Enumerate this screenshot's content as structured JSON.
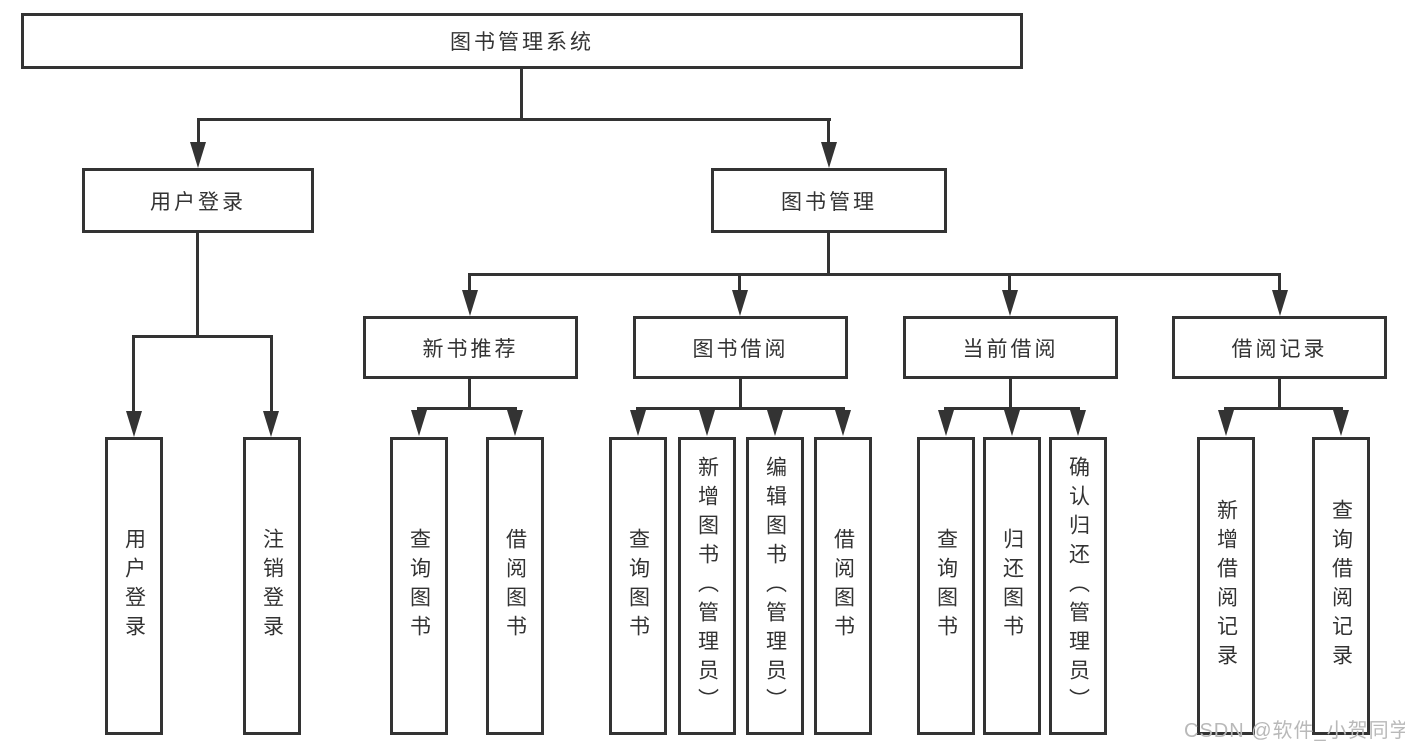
{
  "diagram": {
    "title": "图书管理系统",
    "level2": [
      {
        "label": "用户登录"
      },
      {
        "label": "图书管理"
      }
    ],
    "level3": [
      {
        "label": "新书推荐"
      },
      {
        "label": "图书借阅"
      },
      {
        "label": "当前借阅"
      },
      {
        "label": "借阅记录"
      }
    ],
    "leaves": [
      {
        "label": "用户登录"
      },
      {
        "label": "注销登录"
      },
      {
        "label": "查询图书"
      },
      {
        "label": "借阅图书"
      },
      {
        "label": "查询图书"
      },
      {
        "label": "新增图书（管理员）"
      },
      {
        "label": "编辑图书（管理员）"
      },
      {
        "label": "借阅图书"
      },
      {
        "label": "查询图书"
      },
      {
        "label": "归还图书"
      },
      {
        "label": "确认归还（管理员）"
      },
      {
        "label": "新增借阅记录"
      },
      {
        "label": "查询借阅记录"
      }
    ],
    "colors": {
      "line": "#333333",
      "text": "#333333",
      "background": "#ffffff",
      "watermark": "#b9b9b9"
    }
  },
  "watermark": {
    "text": "CSDN @软件_小贺同学"
  }
}
